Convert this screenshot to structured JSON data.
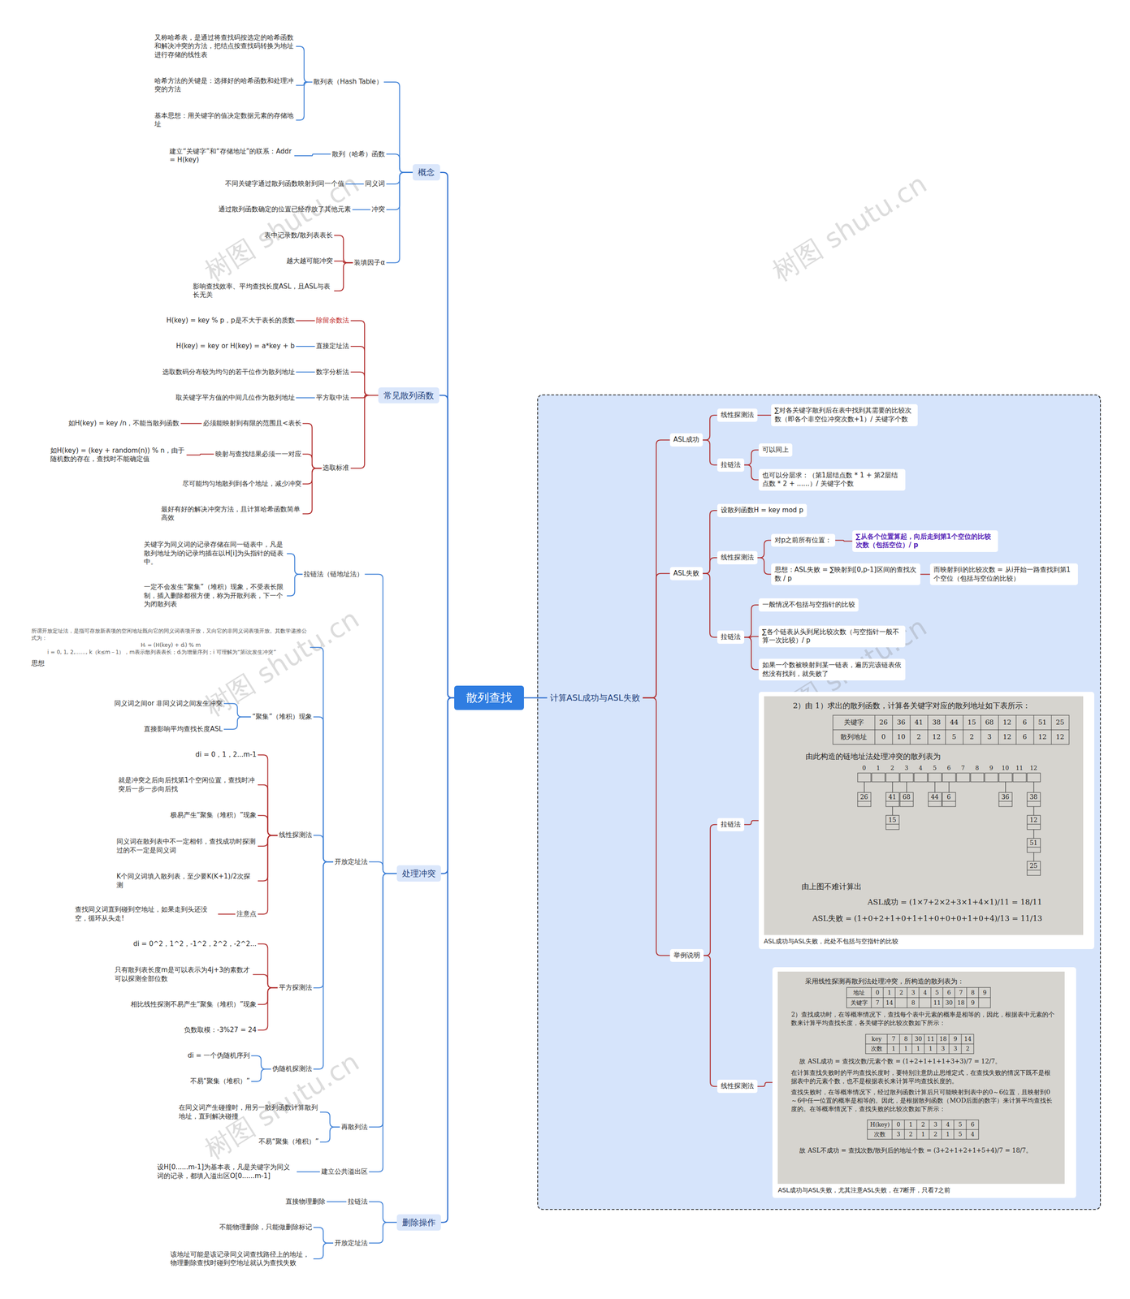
{
  "diagram": {
    "nodes": [
      {
        "text": [
          "散列查找"
        ]
      },
      {
        "text": [
          "概念"
        ]
      },
      {
        "text": [
          "散列表（Hash Table）"
        ]
      },
      {
        "text": [
          "又称哈希表，是通过将查找码按选定的哈希函数和解决冲突的方法，把结点按查找码转换为地址进行存储的线性表"
        ]
      },
      {
        "text": [
          "哈希方法的关键是：选择好的哈希函数和处理冲突的方法"
        ]
      },
      {
        "text": [
          "基本思想：用关键字的值决定数据元素的存储地址"
        ]
      },
      {
        "text": [
          "散列（哈希）函数"
        ]
      },
      {
        "text": [
          "建立“关键字”和“存储地址”的联系：Addr = H(key)"
        ]
      },
      {
        "text": [
          "同义词"
        ]
      },
      {
        "text": [
          "不同关键字通过散列函数映射到同一个值"
        ]
      },
      {
        "text": [
          "冲突"
        ]
      },
      {
        "text": [
          "通过散列函数确定的位置已经存放了其他元素"
        ]
      },
      {
        "text": [
          "装填因子α"
        ]
      },
      {
        "text": [
          "表中记录数/散列表表长"
        ]
      },
      {
        "text": [
          "越大越可能冲突"
        ]
      },
      {
        "text": [
          "影响查找效率、平均查找长度ASL，且ASL与表长无关"
        ]
      },
      {
        "text": [
          "常见散列函数"
        ]
      },
      {
        "text": [
          "除留余数法"
        ]
      },
      {
        "text": [
          "H(key) = key % p，p是不大于表长的质数"
        ]
      },
      {
        "text": [
          "直接定址法"
        ]
      },
      {
        "text": [
          "H(key) = key or H(key) = a*key + b"
        ]
      },
      {
        "text": [
          "数字分析法"
        ]
      },
      {
        "text": [
          "选取数码分布较为均匀的若干位作为散列地址"
        ]
      },
      {
        "text": [
          "平方取中法"
        ]
      },
      {
        "text": [
          "取关键字平方值的中间几位作为散列地址"
        ]
      },
      {
        "text": [
          "选取标准"
        ]
      },
      {
        "text": [
          "必须能映射到有限的范围且<表长"
        ]
      },
      {
        "text": [
          "如H(key) = key /n，不能当散列函数"
        ]
      },
      {
        "text": [
          "映射与查找结果必须一一对应"
        ]
      },
      {
        "text": [
          "如H(key) = (key + random(n)) % n，由于随机数的存在，查找时不能确定值"
        ]
      },
      {
        "text": [
          "尽可能均匀地散列到各个地址，减少冲突"
        ]
      },
      {
        "text": [
          "最好有好的解决冲突方法，且计算哈希函数简单高效"
        ]
      },
      {
        "text": [
          "处理冲突"
        ]
      },
      {
        "text": [
          "拉链法（链地址法）"
        ]
      },
      {
        "text": [
          "关键字为同义词的记录存储在同一链表中，凡是散列地址为i的记录均插在以H[i]为头指针的链表中。"
        ]
      },
      {
        "text": [
          "一定不会发生“聚集”（堆积）现象，不受表长限制，插入删除都很方便，称为开散列表，下一个为闭散列表"
        ]
      },
      {
        "text": [
          "开放定址法"
        ]
      },
      {
        "text": [
          "思想",
          "所谓开放定址法，是指可存放新表项的空闲地址既向它的同义词表项开放，又向它的非同义词表项开放。其数学递推公式为：",
          "Hᵢ = (H(key) + dᵢ) % m",
          "i = 0, 1, 2,……, k（k≤m－1），m表示散列表表长；dᵢ为增量序列；i 可理解为“第i次发生冲突”"
        ]
      },
      {
        "text": [
          "“聚集”（堆积）现象"
        ]
      },
      {
        "text": [
          "同义词之间or 非同义词之间发生冲突"
        ]
      },
      {
        "text": [
          "直接影响平均查找长度ASL"
        ]
      },
      {
        "text": [
          "线性探测法"
        ]
      },
      {
        "text": [
          "di = 0，1，2...m-1"
        ]
      },
      {
        "text": [
          "就是冲突之后向后找第1个空闲位置，查找时冲突后一步一步向后找"
        ]
      },
      {
        "text": [
          "极易产生“聚集（堆积）”现象"
        ]
      },
      {
        "text": [
          "同义词在散列表中不一定相邻，查找成功时探测过的不一定是同义词"
        ]
      },
      {
        "text": [
          "K个同义词填入散列表，至少要K(K+1)/2次探测"
        ]
      },
      {
        "text": [
          "注意点"
        ]
      },
      {
        "text": [
          "查找同义词直到碰到空地址，如果走到头还没空，循环从头走!"
        ]
      },
      {
        "text": [
          "平方探测法"
        ]
      },
      {
        "text": [
          "di = 0^2，1^2，-1^2，2^2，-2^2..."
        ]
      },
      {
        "text": [
          "只有散列表长度m是可以表示为4j+3的素数才可以探测全部位数"
        ]
      },
      {
        "text": [
          "相比线性探测不易产生“聚集（堆积）”现象"
        ]
      },
      {
        "text": [
          "负数取模：-3%27 = 24"
        ]
      },
      {
        "text": [
          "伪随机探测法"
        ]
      },
      {
        "text": [
          "di = 一个伪随机序列"
        ]
      },
      {
        "text": [
          "不易“聚集（堆积）”"
        ]
      },
      {
        "text": [
          "再散列法"
        ]
      },
      {
        "text": [
          "在同义词产生碰撞时，用另一散列函数计算散列地址，直到解决碰撞"
        ]
      },
      {
        "text": [
          "不易“聚集（堆积）”"
        ]
      },
      {
        "text": [
          "建立公共溢出区"
        ]
      },
      {
        "text": [
          "设H[0......m-1]为基本表，凡是关键字为同义词的记录，都填入溢出区O[0......m-1]"
        ]
      },
      {
        "text": [
          "删除操作"
        ]
      },
      {
        "text": [
          "拉链法"
        ]
      },
      {
        "text": [
          "直接物理删除"
        ]
      },
      {
        "text": [
          "开放定址法"
        ]
      },
      {
        "text": [
          "不能物理删除，只能做删除标记"
        ]
      },
      {
        "text": [
          "该地址可能是该记录同义词查找路径上的地址，物理删除查找时碰到空地址就认为查找失败"
        ]
      },
      {
        "text": [
          "计算ASL成功与ASL失败"
        ]
      },
      {
        "text": [
          "ASL成功"
        ]
      },
      {
        "text": [
          "线性探测法"
        ]
      },
      {
        "text": [
          "∑对各关键字散列后在表中找到其需要的比较次数（即各个非空位冲突次数+1）/ 关键字个数"
        ]
      },
      {
        "text": [
          "拉链法"
        ]
      },
      {
        "text": [
          "可以同上"
        ]
      },
      {
        "text": [
          "也可以分层求：（第1层结点数 * 1 + 第2层结点数 * 2 + ......）/ 关键字个数"
        ]
      },
      {
        "text": [
          "ASL失败"
        ]
      },
      {
        "text": [
          "设散列函数H = key mod p"
        ]
      },
      {
        "text": [
          "线性探测法"
        ]
      },
      {
        "text": [
          "对p之前所有位置："
        ]
      },
      {
        "text": [
          "∑从各个位置算起，向后走到第1个空位的比较次数（包括空位）/ p"
        ]
      },
      {
        "text": [
          "思想：ASL失败 = ∑映射到[0,p-1]区间的查找次数 / p"
        ]
      },
      {
        "text": [
          "而映射到i的比较次数 = 从i开始一路查找到第1个空位（包括与空位的比较）"
        ]
      },
      {
        "text": [
          "拉链法"
        ]
      },
      {
        "text": [
          "一般情况不包括与空指针的比较"
        ]
      },
      {
        "text": [
          "∑各个链表从头到尾比较次数（与空指针一般不算一次比较）/ p"
        ]
      },
      {
        "text": [
          "如果一个数被映射到某一链表，遍历完该链表依然没有找到，就失败了"
        ]
      },
      {
        "text": [
          "举例说明"
        ]
      },
      {
        "text": [
          "拉链法"
        ]
      },
      {
        "text": [
          "ASL成功与ASL失败，此处不包括与空指针的比较"
        ]
      },
      {
        "text": [
          "线性探测法"
        ]
      },
      {
        "text": [
          "ASL成功与ASL失败，尤其注意ASL失败，在7断开，只看7之前"
        ]
      }
    ],
    "edges": [
      {
        "from": 0,
        "to": 1,
        "arrow": "none"
      },
      {
        "from": 0,
        "to": 16,
        "arrow": "none"
      },
      {
        "from": 0,
        "to": 32,
        "arrow": "none"
      },
      {
        "from": 0,
        "to": 62,
        "arrow": "none"
      },
      {
        "from": 0,
        "to": 68,
        "arrow": "none"
      },
      {
        "from": 1,
        "to": 2,
        "arrow": "none"
      },
      {
        "from": 1,
        "to": 6,
        "arrow": "none"
      },
      {
        "from": 1,
        "to": 8,
        "arrow": "none"
      },
      {
        "from": 1,
        "to": 10,
        "arrow": "none"
      },
      {
        "from": 1,
        "to": 12,
        "arrow": "none"
      },
      {
        "from": 2,
        "to": 3,
        "arrow": "none"
      },
      {
        "from": 2,
        "to": 4,
        "arrow": "none"
      },
      {
        "from": 2,
        "to": 5,
        "arrow": "none"
      },
      {
        "from": 6,
        "to": 7,
        "arrow": "none"
      },
      {
        "from": 8,
        "to": 9,
        "arrow": "none"
      },
      {
        "from": 10,
        "to": 11,
        "arrow": "none"
      },
      {
        "from": 12,
        "to": 13,
        "arrow": "none"
      },
      {
        "from": 12,
        "to": 14,
        "arrow": "none"
      },
      {
        "from": 12,
        "to": 15,
        "arrow": "none"
      },
      {
        "from": 16,
        "to": 17,
        "arrow": "none"
      },
      {
        "from": 16,
        "to": 19,
        "arrow": "none"
      },
      {
        "from": 16,
        "to": 21,
        "arrow": "none"
      },
      {
        "from": 16,
        "to": 23,
        "arrow": "none"
      },
      {
        "from": 16,
        "to": 25,
        "arrow": "none"
      },
      {
        "from": 17,
        "to": 18,
        "arrow": "none"
      },
      {
        "from": 19,
        "to": 20,
        "arrow": "none"
      },
      {
        "from": 21,
        "to": 22,
        "arrow": "none"
      },
      {
        "from": 23,
        "to": 24,
        "arrow": "none"
      },
      {
        "from": 25,
        "to": 26,
        "arrow": "none"
      },
      {
        "from": 25,
        "to": 28,
        "arrow": "none"
      },
      {
        "from": 25,
        "to": 30,
        "arrow": "none"
      },
      {
        "from": 25,
        "to": 31,
        "arrow": "none"
      },
      {
        "from": 26,
        "to": 27,
        "arrow": "none"
      },
      {
        "from": 28,
        "to": 29,
        "arrow": "none"
      },
      {
        "from": 32,
        "to": 33,
        "arrow": "none"
      },
      {
        "from": 32,
        "to": 36,
        "arrow": "none"
      },
      {
        "from": 32,
        "to": 57,
        "arrow": "none"
      },
      {
        "from": 32,
        "to": 60,
        "arrow": "none"
      },
      {
        "from": 33,
        "to": 34,
        "arrow": "none"
      },
      {
        "from": 33,
        "to": 35,
        "arrow": "none"
      },
      {
        "from": 36,
        "to": 37,
        "arrow": "none"
      },
      {
        "from": 36,
        "to": 38,
        "arrow": "none"
      },
      {
        "from": 36,
        "to": 41,
        "arrow": "none"
      },
      {
        "from": 36,
        "to": 49,
        "arrow": "none"
      },
      {
        "from": 36,
        "to": 54,
        "arrow": "none"
      },
      {
        "from": 38,
        "to": 39,
        "arrow": "none"
      },
      {
        "from": 38,
        "to": 40,
        "arrow": "none"
      },
      {
        "from": 41,
        "to": 42,
        "arrow": "none"
      },
      {
        "from": 41,
        "to": 43,
        "arrow": "none"
      },
      {
        "from": 41,
        "to": 44,
        "arrow": "none"
      },
      {
        "from": 41,
        "to": 45,
        "arrow": "none"
      },
      {
        "from": 41,
        "to": 46,
        "arrow": "none"
      },
      {
        "from": 41,
        "to": 47,
        "arrow": "none"
      },
      {
        "from": 47,
        "to": 48,
        "arrow": "none"
      },
      {
        "from": 49,
        "to": 50,
        "arrow": "none"
      },
      {
        "from": 49,
        "to": 51,
        "arrow": "none"
      },
      {
        "from": 49,
        "to": 52,
        "arrow": "none"
      },
      {
        "from": 49,
        "to": 53,
        "arrow": "none"
      },
      {
        "from": 54,
        "to": 55,
        "arrow": "none"
      },
      {
        "from": 54,
        "to": 56,
        "arrow": "none"
      },
      {
        "from": 57,
        "to": 58,
        "arrow": "none"
      },
      {
        "from": 57,
        "to": 59,
        "arrow": "none"
      },
      {
        "from": 60,
        "to": 61,
        "arrow": "none"
      },
      {
        "from": 62,
        "to": 63,
        "arrow": "none"
      },
      {
        "from": 62,
        "to": 65,
        "arrow": "none"
      },
      {
        "from": 63,
        "to": 64,
        "arrow": "none"
      },
      {
        "from": 65,
        "to": 66,
        "arrow": "none"
      },
      {
        "from": 65,
        "to": 67,
        "arrow": "none"
      },
      {
        "from": 68,
        "to": 69,
        "arrow": "none"
      },
      {
        "from": 68,
        "to": 75,
        "arrow": "none"
      },
      {
        "from": 68,
        "to": 86,
        "arrow": "none"
      },
      {
        "from": 69,
        "to": 70,
        "arrow": "none"
      },
      {
        "from": 69,
        "to": 72,
        "arrow": "none"
      },
      {
        "from": 70,
        "to": 71,
        "arrow": "none"
      },
      {
        "from": 72,
        "to": 73,
        "arrow": "none"
      },
      {
        "from": 72,
        "to": 74,
        "arrow": "none"
      },
      {
        "from": 75,
        "to": 76,
        "arrow": "none"
      },
      {
        "from": 75,
        "to": 77,
        "arrow": "none"
      },
      {
        "from": 75,
        "to": 82,
        "arrow": "none"
      },
      {
        "from": 77,
        "to": 78,
        "arrow": "none"
      },
      {
        "from": 77,
        "to": 80,
        "arrow": "none"
      },
      {
        "from": 78,
        "to": 79,
        "arrow": "none"
      },
      {
        "from": 80,
        "to": 81,
        "arrow": "none"
      },
      {
        "from": 82,
        "to": 83,
        "arrow": "none"
      },
      {
        "from": 82,
        "to": 84,
        "arrow": "none"
      },
      {
        "from": 82,
        "to": 85,
        "arrow": "none"
      },
      {
        "from": 86,
        "to": 87,
        "arrow": "none"
      },
      {
        "from": 86,
        "to": 89,
        "arrow": "none"
      },
      {
        "from": 87,
        "to": 88,
        "arrow": "none"
      },
      {
        "from": 89,
        "to": 90,
        "arrow": "none"
      }
    ],
    "labels": [
      "树图 shutu.cn",
      "树图 shutu.cn",
      "树图 shutu.cn",
      "树图 shutu.cn",
      "树图 shutu.cn",
      "树图 shutu.cn",
      "2）由 1）求出的散列函数，计算各关键字对应的散列地址如下表所示：",
      "关键字",
      "26",
      "36",
      "41",
      "38",
      "44",
      "15",
      "68",
      "12",
      "6",
      "51",
      "25",
      "散列地址",
      "0",
      "10",
      "2",
      "12",
      "5",
      "2",
      "3",
      "12",
      "6",
      "12",
      "12",
      "由此构造的链地址法处理冲突的散列表为",
      "0",
      "1",
      "2",
      "3",
      "4",
      "5",
      "6",
      "7",
      "8",
      "9",
      "10",
      "11",
      "12",
      "26",
      "41",
      "15",
      "68",
      "44",
      "6",
      "36",
      "38",
      "12",
      "51",
      "25",
      "由上图不难计算出",
      "ASL成功 = (1×7+2×2+3×1+4×1)/11 = 18/11",
      "ASL失败 = (1+0+2+1+0+1+1+0+0+0+1+0+4)/13 = 11/13",
      "采用线性探测再散列法处理冲突，所构造的散列表为：",
      "地址",
      "0",
      "1",
      "2",
      "3",
      "4",
      "5",
      "6",
      "7",
      "8",
      "9",
      "关键字",
      "7",
      "14",
      "8",
      "11",
      "30",
      "18",
      "9",
      "2）查找成功时，在等概率情况下，查找每个表中元素的概率是相等的，因此，根据表中元素的个数来计算平均查找长度，各关键字的比较次数如下所示：",
      "key",
      "7",
      "8",
      "30",
      "11",
      "18",
      "9",
      "14",
      "次数",
      "1",
      "1",
      "1",
      "1",
      "3",
      "3",
      "2",
      "故 ASL成功 = 查找次数/元素个数 = (1+2+1+1+1+3+3)/7 = 12/7。",
      "在计算查找失败时的平均查找长度时，要特别注意防止思维定式，在查找失败的情况下既不是根据表中的元素个数，也不是根据表长来计算平均查找长度的。",
      "查找失败时，在等概率情况下，经过散列函数计算后只可能映射到表中的0～6位置，且映射到0～6中任一位置的概率是相等的。因此，是根据散列函数（MOD后面的数字）来计算平均查找长度的。在等概率情况下，查找失败的比较次数如下所示：",
      "H(key)",
      "0",
      "1",
      "2",
      "3",
      "4",
      "5",
      "6",
      "次数",
      "3",
      "2",
      "1",
      "2",
      "1",
      "5",
      "4",
      "故 ASL不成功 = 查找次数/散列后的地址个数 = (3+2+1+2+1+5+4)/7 = 18/7。"
    ]
  }
}
